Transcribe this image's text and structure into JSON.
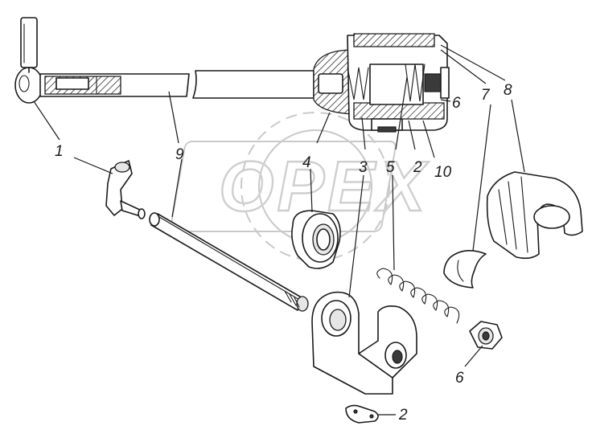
{
  "watermark": {
    "text": "OPEX"
  },
  "callouts": {
    "c1": "1",
    "c9": "9",
    "c4": "4",
    "c3": "3",
    "c5": "5",
    "c2_top": "2",
    "c10": "10",
    "c6_top": "6",
    "c7": "7",
    "c8": "8",
    "c6_bottom": "6",
    "c2_bottom": "2"
  }
}
